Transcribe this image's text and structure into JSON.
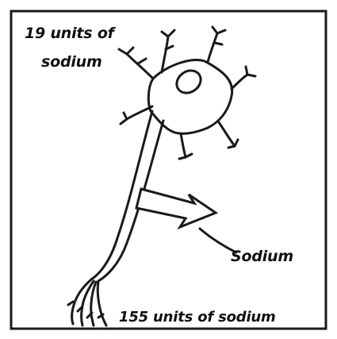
{
  "diagram": {
    "labels": {
      "top_line1": "19 units of",
      "top_line2": "sodium",
      "arrow_label": "Sodium",
      "bottom": "155 units of sodium"
    },
    "icons": {
      "neuron": "neuron-icon",
      "arrow": "arrow-icon"
    }
  }
}
